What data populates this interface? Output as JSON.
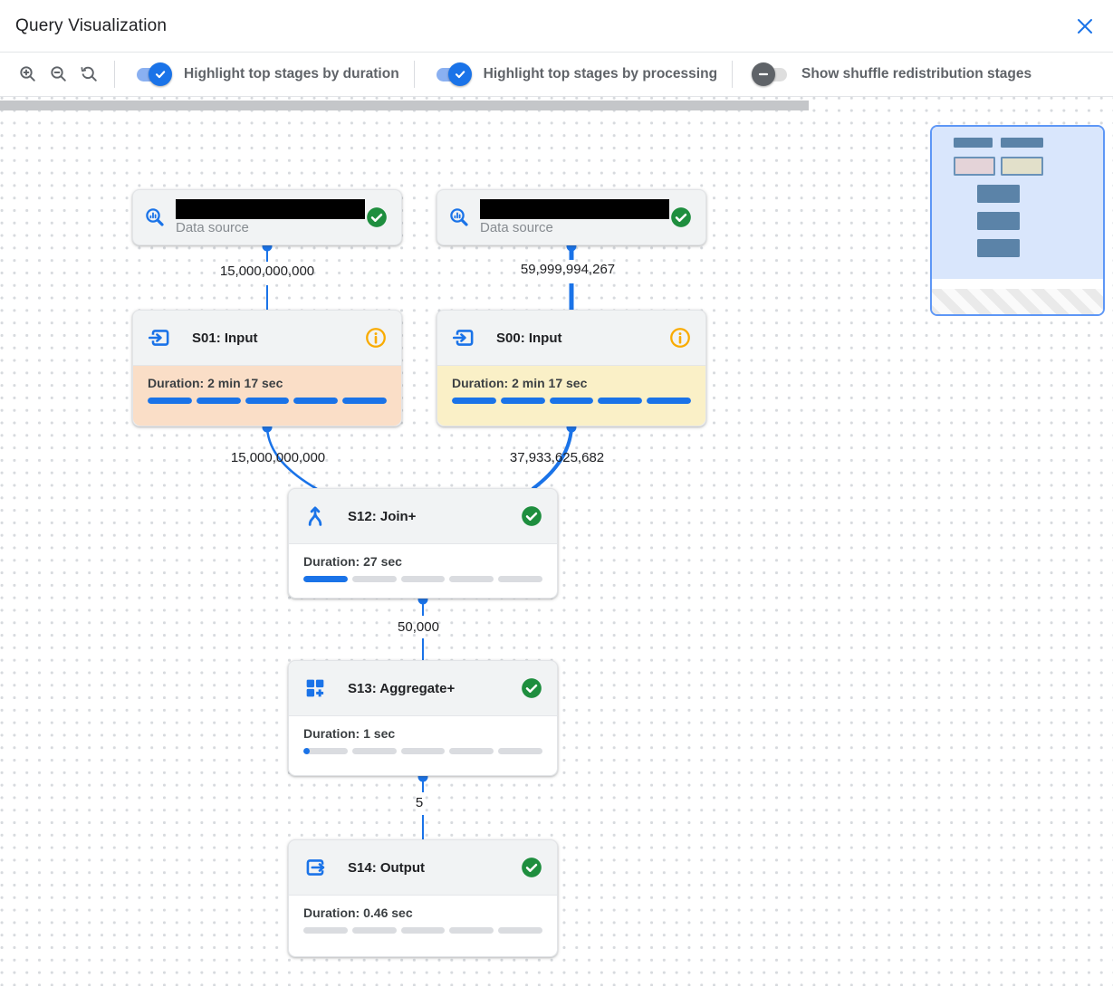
{
  "header": {
    "title": "Query Visualization"
  },
  "toolbar": {
    "toggles": [
      {
        "label": "Highlight top stages by duration",
        "on": true
      },
      {
        "label": "Highlight top stages by processing",
        "on": true
      },
      {
        "label": "Show shuffle redistribution stages",
        "on": false
      }
    ]
  },
  "graph": {
    "nodes": [
      {
        "id": "datasource-1",
        "kind": "data_source",
        "label": "Data source",
        "name_redacted": true,
        "status": "completed"
      },
      {
        "id": "datasource-2",
        "kind": "data_source",
        "label": "Data source",
        "name_redacted": true,
        "status": "completed"
      },
      {
        "id": "S01",
        "title": "S01: Input",
        "duration": "Duration: 2 min 17 sec",
        "progress": 1,
        "highlight": "top-by-duration",
        "status": "info"
      },
      {
        "id": "S00",
        "title": "S00: Input",
        "duration": "Duration: 2 min 17 sec",
        "progress": 1,
        "highlight": "top-by-processing",
        "status": "info"
      },
      {
        "id": "S12",
        "title": "S12: Join+",
        "duration": "Duration: 27 sec",
        "progress": 0.2,
        "highlight": "none",
        "status": "completed"
      },
      {
        "id": "S13",
        "title": "S13: Aggregate+",
        "duration": "Duration: 1 sec",
        "progress": 0.03,
        "highlight": "none",
        "status": "completed"
      },
      {
        "id": "S14",
        "title": "S14: Output",
        "duration": "Duration: 0.46 sec",
        "progress": 0,
        "highlight": "none",
        "status": "completed"
      }
    ],
    "edges": [
      {
        "from": "datasource-1",
        "to": "S01",
        "label": "15,000,000,000"
      },
      {
        "from": "datasource-2",
        "to": "S00",
        "label": "59,999,994,267"
      },
      {
        "from": "S01",
        "to": "S12",
        "label": "15,000,000,000"
      },
      {
        "from": "S00",
        "to": "S12",
        "label": "37,933,625,682"
      },
      {
        "from": "S12",
        "to": "S13",
        "label": "50,000"
      },
      {
        "from": "S13",
        "to": "S14",
        "label": "5"
      }
    ]
  },
  "colors": {
    "accent_blue": "#1a73e8",
    "success_green": "#1e8e3e",
    "warning_orange": "#f9ab00",
    "duration_highlight": "#fadec7",
    "processing_highlight": "#faf0c7"
  }
}
